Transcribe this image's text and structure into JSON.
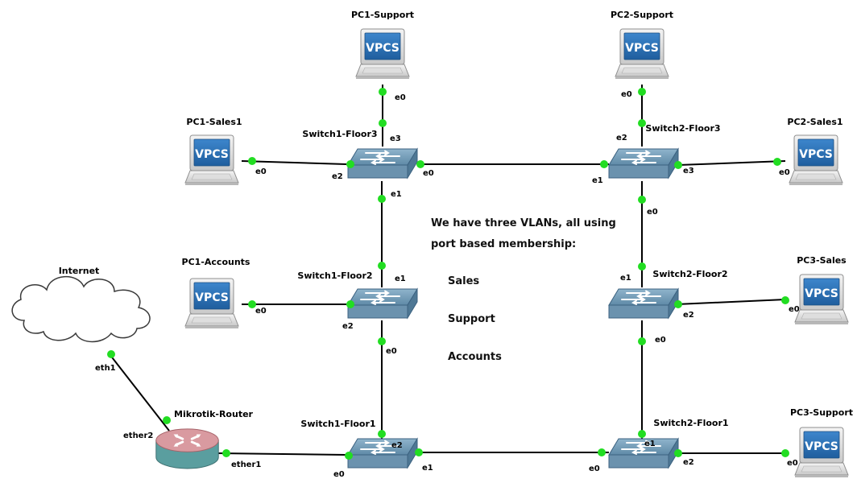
{
  "colors": {
    "link": "#000000",
    "port": "#22dd22",
    "screen": "#2a71b8",
    "switch": "#5f8aa7",
    "router": "#d99aa0"
  },
  "devices": {
    "pc1_support": "PC1-Support",
    "pc2_support": "PC2-Support",
    "pc1_sales1": "PC1-Sales1",
    "pc2_sales1": "PC2-Sales1",
    "pc1_accounts": "PC1-Accounts",
    "pc3_sales": "PC3-Sales",
    "pc3_support": "PC3-Support",
    "internet": "Internet",
    "router": "Mikrotik-Router",
    "sw1_floor3": "Switch1-Floor3",
    "sw2_floor3": "Switch2-Floor3",
    "sw1_floor2": "Switch1-Floor2",
    "sw2_floor2": "Switch2-Floor2",
    "sw1_floor1": "Switch1-Floor1",
    "sw2_floor1": "Switch2-Floor1"
  },
  "vpcs_label": "VPCS",
  "ports": {
    "pc1_support_e0": "e0",
    "sw1f3_e3": "e3",
    "sw1f3_e2": "e2",
    "sw1f3_e0": "e0",
    "sw1f3_e1": "e1",
    "pc1_sales1_e0": "e0",
    "pc2_support_e0": "e0",
    "sw2f3_e2": "e2",
    "sw2f3_e1": "e1",
    "sw2f3_e3": "e3",
    "sw2f3_e0": "e0",
    "pc2_sales1_e0": "e0",
    "sw1f2_e1": "e1",
    "sw1f2_e2": "e2",
    "sw1f2_e0": "e0",
    "pc1_accounts_e0": "e0",
    "sw2f2_e1": "e1",
    "sw2f2_e2": "e2",
    "sw2f2_e0": "e0",
    "pc3_sales_e0": "e0",
    "sw1f1_e2": "e2",
    "sw1f1_e0": "e0",
    "sw1f1_e1": "e1",
    "sw2f1_e1": "e1",
    "sw2f1_e0": "e0",
    "sw2f1_e2": "e2",
    "pc3_support_e0": "e0",
    "internet_eth1": "eth1",
    "router_ether2": "ether2",
    "router_ether1": "ether1"
  },
  "note": {
    "line1": "We have three VLANs, all using",
    "line2": "port based membership:",
    "vlans": [
      "Sales",
      "Support",
      "Accounts"
    ]
  }
}
